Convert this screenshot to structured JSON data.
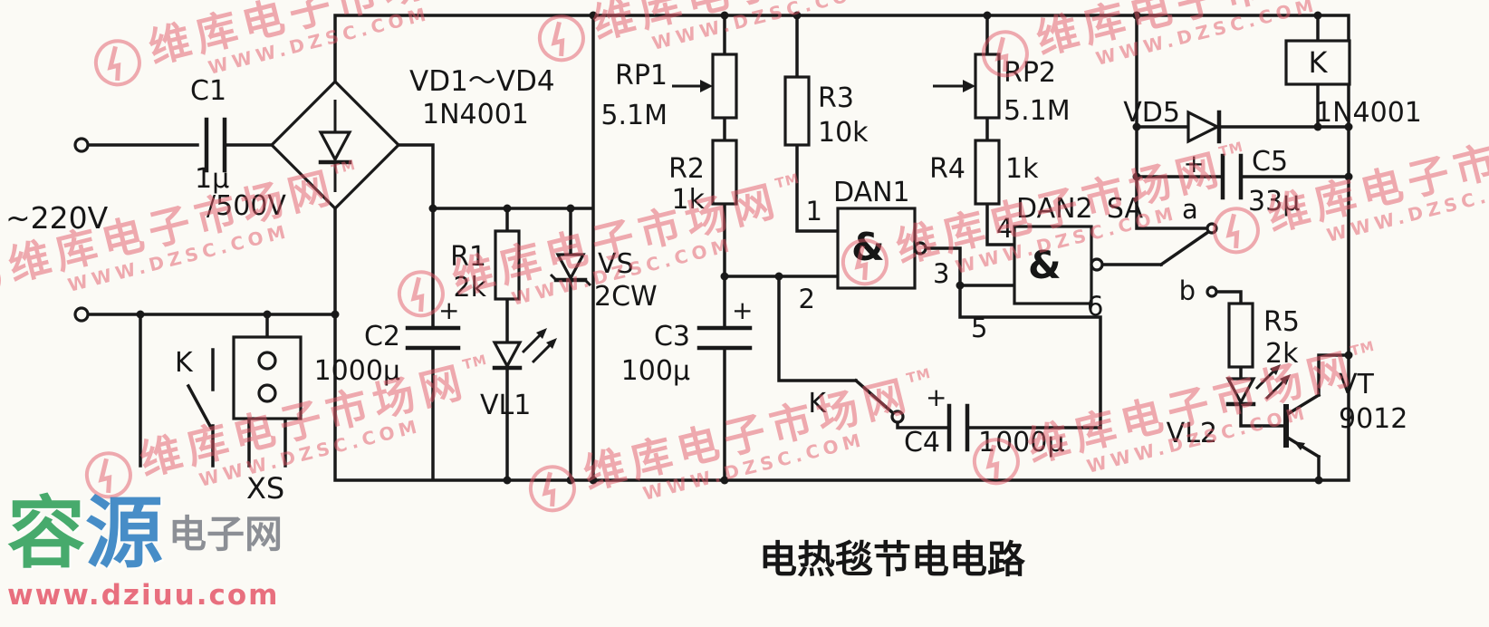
{
  "title": "电热毯节电电路",
  "watermarks": {
    "weiku_text": "维库电子市场网",
    "weiku_url": "WWW.DZSC.COM",
    "tm": "TM",
    "weiku_color": "#e25868",
    "rongyuan_char1": "容",
    "rongyuan_char2": "源",
    "rongyuan_char1_color": "#2fa05a",
    "rongyuan_char2_color": "#2f7fc1",
    "rongyuan_suffix": "电子网",
    "rongyuan_url": "www.dziuu.com",
    "rongyuan_url_color": "#e65c6e"
  },
  "labels": {
    "mains": "~220V",
    "c1": "C1",
    "c1_value": "1μ",
    "c1_voltage": "/500V",
    "bridge_name": "VD1～VD4",
    "bridge_value": "1N4001",
    "k_switch": "K",
    "xs_socket": "XS",
    "r1": "R1",
    "r1_value": "2k",
    "c2": "C2",
    "c2_value": "1000μ",
    "vl1": "VL1",
    "vs": "VS",
    "vs_value": "2CW",
    "rp1": "RP1",
    "rp1_value": "5.1M",
    "r2": "R2",
    "r2_value": "1k",
    "c3": "C3",
    "c3_value": "100μ",
    "r3": "R3",
    "r3_value": "10k",
    "dan1": "DAN1",
    "dan1_gate": "&",
    "pin1": "1",
    "pin2": "2",
    "pin3": "3",
    "k_contact": "K",
    "c4": "C4",
    "c4_value": "1000μ",
    "rp2": "RP2",
    "rp2_value": "5.1M",
    "r4": "R4",
    "r4_value": "1k",
    "dan2": "DAN2",
    "dan2_gate": "&",
    "pin4": "4",
    "pin5": "5",
    "pin6": "6",
    "vd5": "VD5",
    "vd5_value": "1N4001",
    "c5": "C5",
    "c5_value": "33μ",
    "sa": "SA",
    "sa_a": "a",
    "sa_b": "b",
    "k_coil": "K",
    "r5": "R5",
    "r5_value": "2k",
    "vl2": "VL2",
    "vt": "VT",
    "vt_value": "9012",
    "plus": "+"
  }
}
